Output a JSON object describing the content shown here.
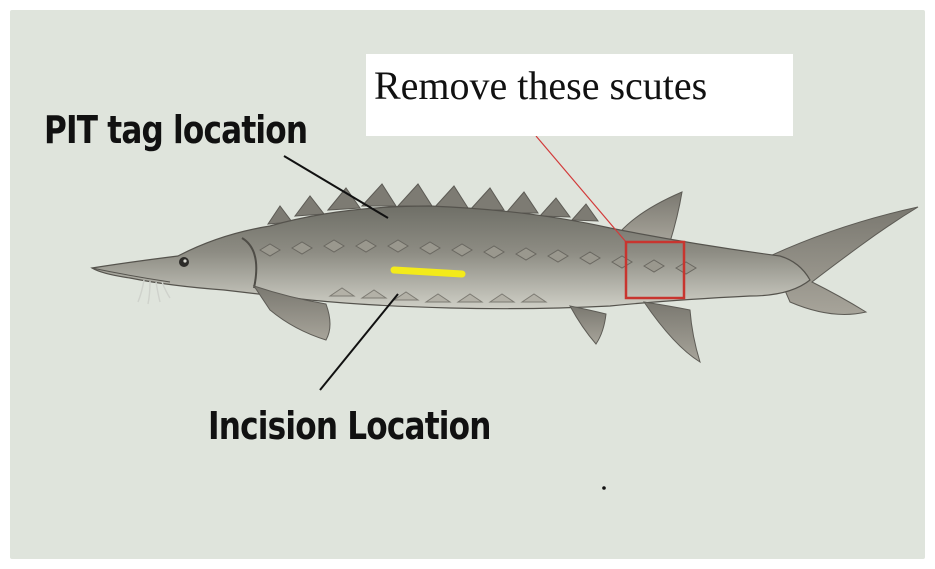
{
  "labels": {
    "pit_tag": "PIT tag location",
    "incision": "Incision Location",
    "remove_scutes": "Remove these scutes"
  },
  "colors": {
    "background": "#dfe4dc",
    "pointer_black": "#111111",
    "pointer_red": "#d23a3a",
    "scute_box": "#c8352f",
    "incision_marker": "#f3ea1a"
  }
}
